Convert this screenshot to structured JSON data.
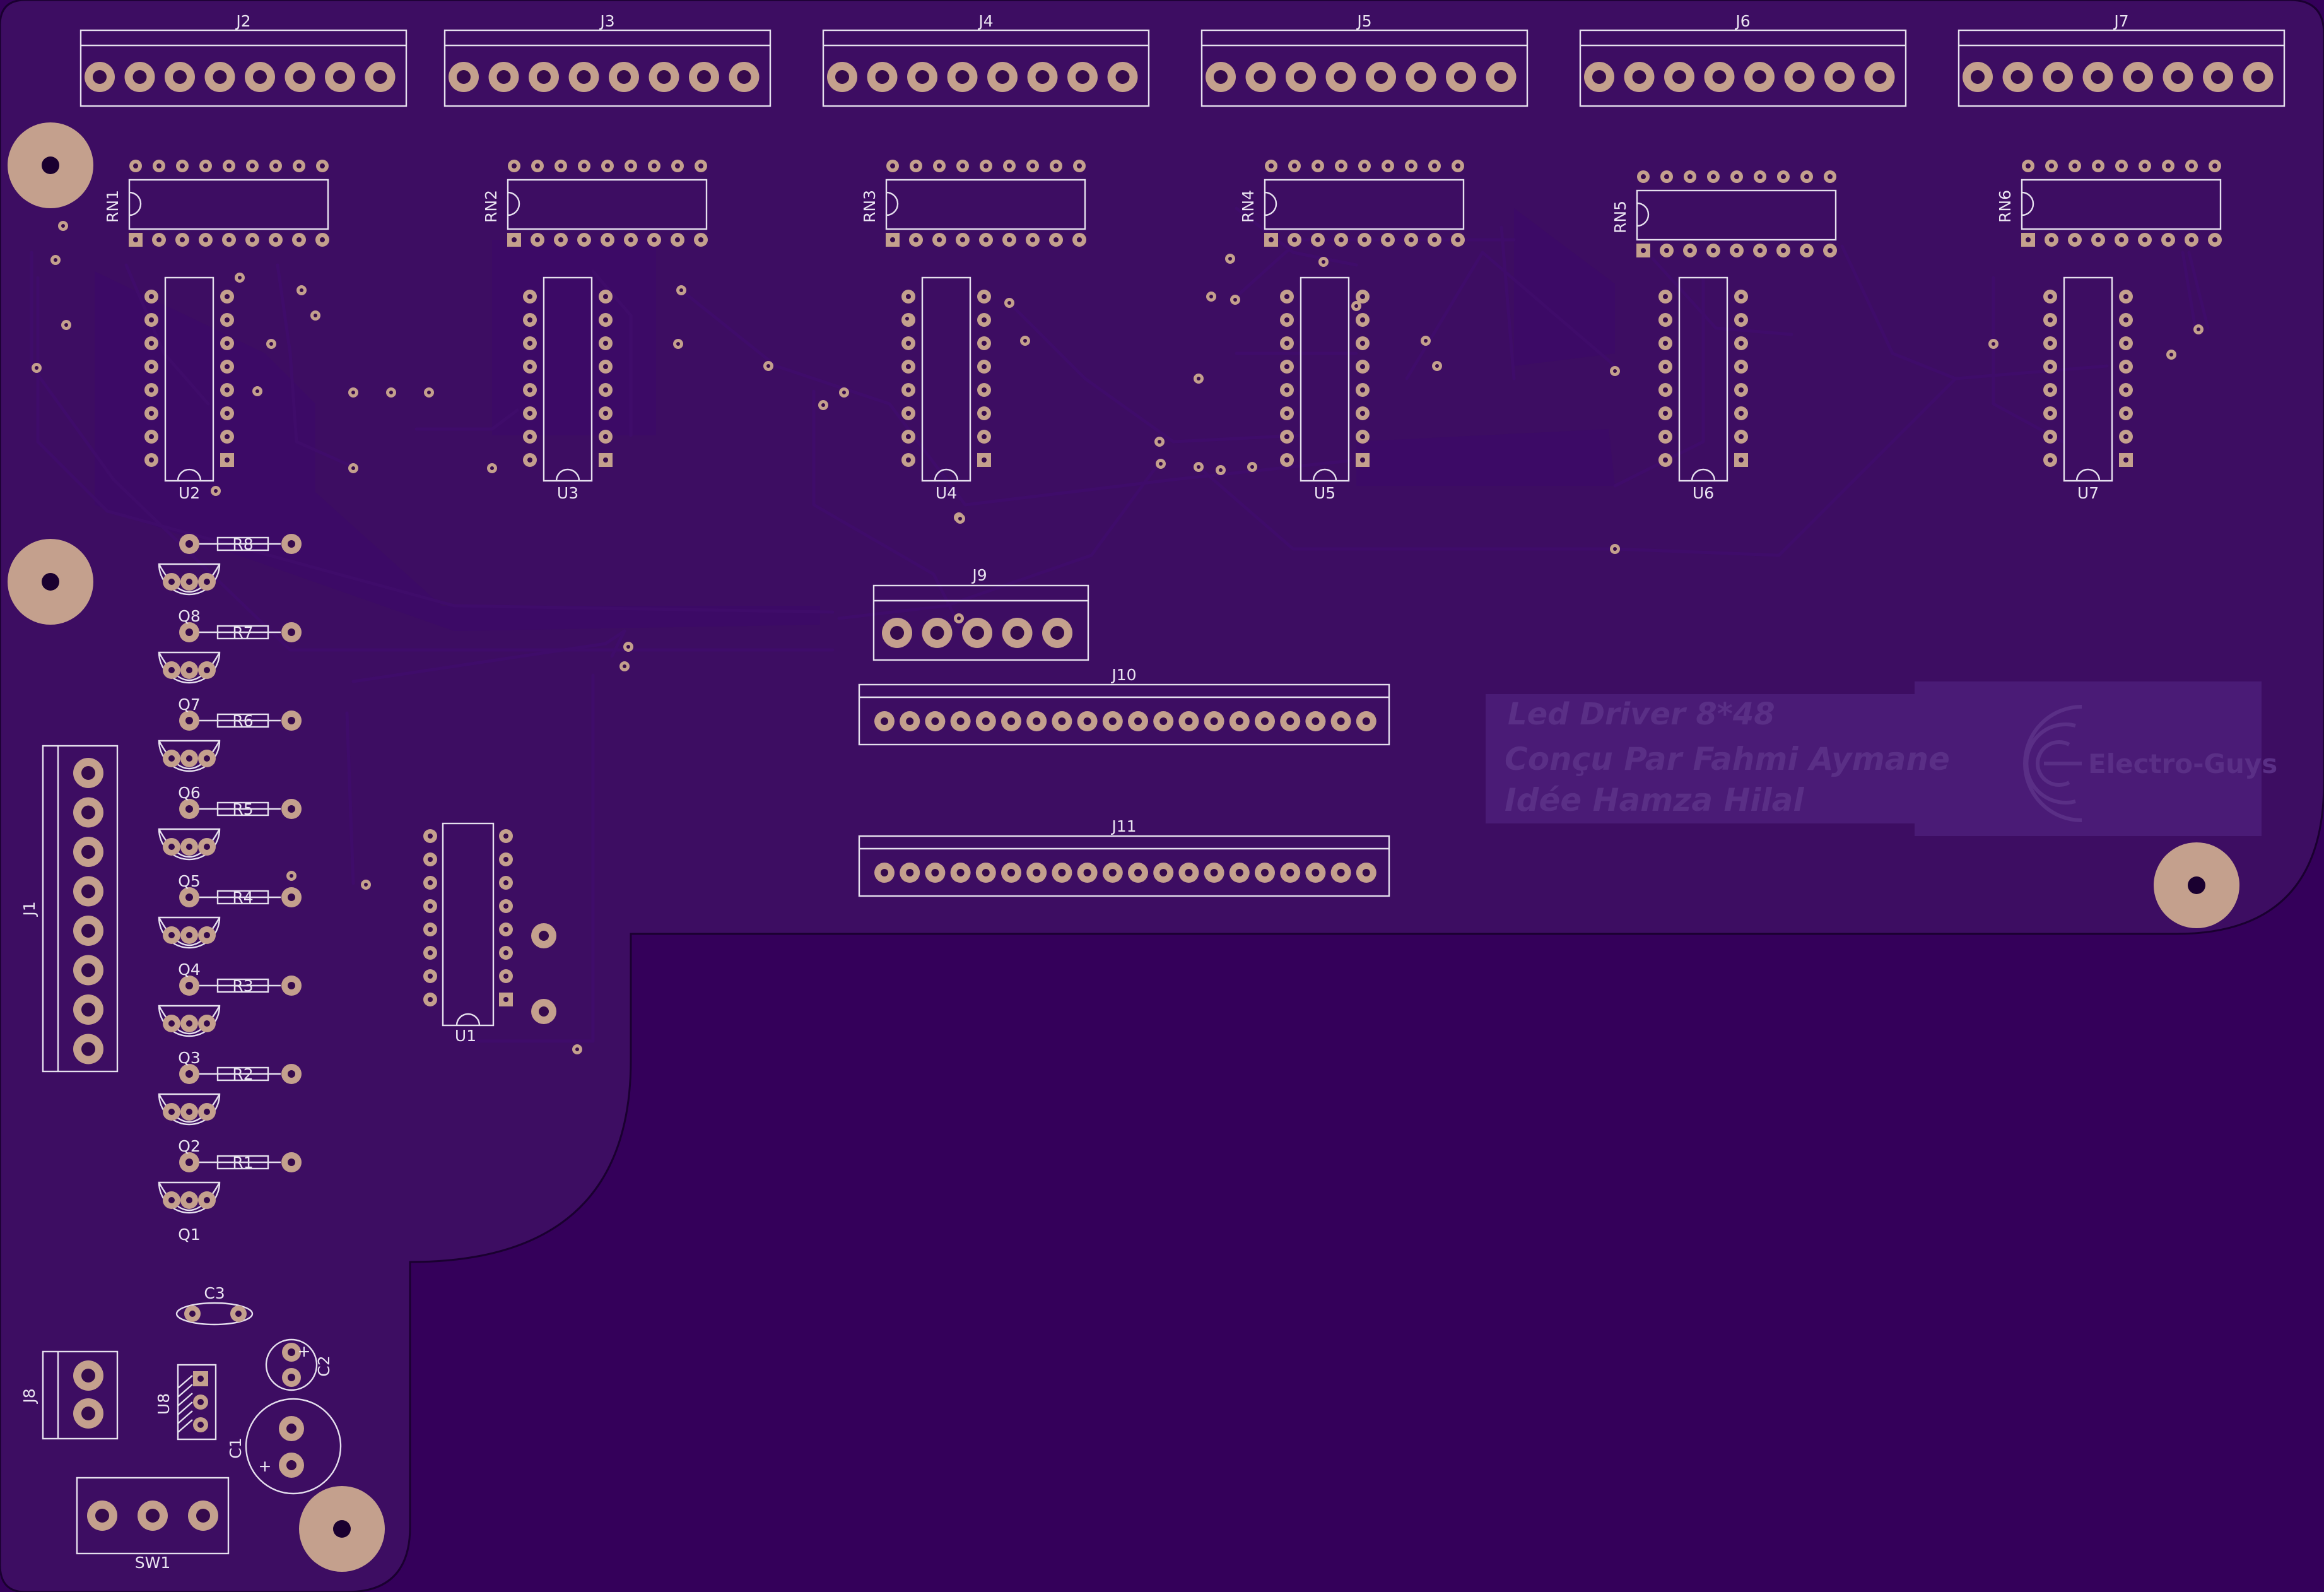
{
  "colors": {
    "background": "#34005a",
    "board": "#3d0d62",
    "silkscreen": "#e6e0ee",
    "pad": "#c4a08d",
    "logo_text": "#5a2f86"
  },
  "logo": {
    "line1": "Led Driver 8*48",
    "line2": "Conçu Par Fahmi Aymane",
    "line3": "Idée Hamza Hilal",
    "brand": "Electro-Guys"
  },
  "connectors": {
    "top": [
      "J2",
      "J3",
      "J4",
      "J5",
      "J6",
      "J7"
    ],
    "j1": "J1",
    "j8": "J8",
    "j9": "J9",
    "j10": "J10",
    "j11": "J11",
    "sw1": "SW1"
  },
  "resistor_networks": [
    "RN1",
    "RN2",
    "RN3",
    "RN4",
    "RN5",
    "RN6"
  ],
  "ics": {
    "drivers": [
      "U2",
      "U3",
      "U4",
      "U5",
      "U6",
      "U7"
    ],
    "u1": "U1",
    "u8": "U8"
  },
  "resistors": [
    "R8",
    "R7",
    "R6",
    "R5",
    "R4",
    "R3",
    "R2",
    "R1"
  ],
  "transistors": [
    "Q8",
    "Q7",
    "Q6",
    "Q5",
    "Q4",
    "Q3",
    "Q2",
    "Q1"
  ],
  "capacitors": {
    "c1": "C1",
    "c2": "C2",
    "c3": "C3"
  }
}
